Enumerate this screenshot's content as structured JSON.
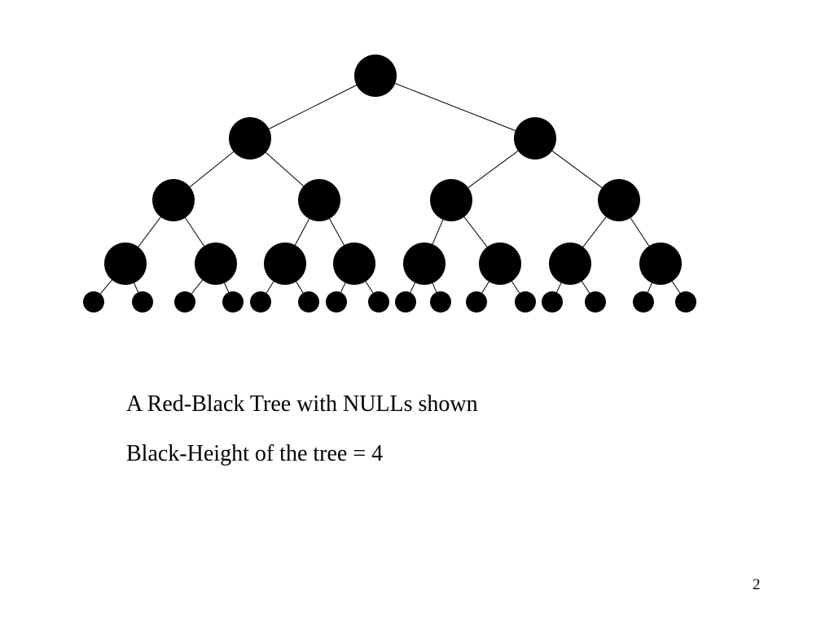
{
  "slide": {
    "caption_line_1": "A Red-Black Tree with NULLs shown",
    "caption_line_2": "Black-Height of the tree = 4",
    "page_number": "2"
  },
  "tree": {
    "node_color": "#000000",
    "edge_color": "#000000",
    "levels": [
      {
        "node_count": 1,
        "kind": "node"
      },
      {
        "node_count": 2,
        "kind": "node"
      },
      {
        "node_count": 4,
        "kind": "node"
      },
      {
        "node_count": 8,
        "kind": "node"
      },
      {
        "node_count": 16,
        "kind": "null-leaf"
      }
    ]
  }
}
